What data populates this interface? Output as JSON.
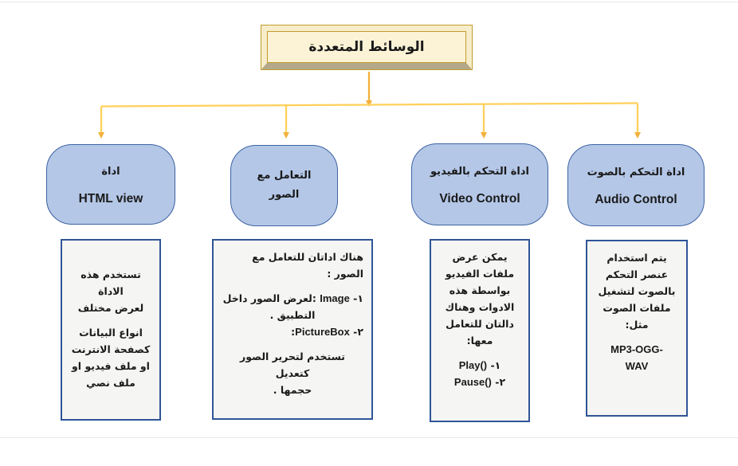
{
  "colors": {
    "connector": "#F2B13C",
    "connector_light": "#FFD05A",
    "node_fill": "#B4C7E7",
    "node_border": "#3D63A3",
    "detail_fill": "#F5F5F3",
    "detail_border": "#2F5597",
    "title_fill": "#FCF3D6",
    "title_bevel_light": "#F7EDCB",
    "title_bevel_dark": "#B3A98A",
    "title_line": "#C39B2A",
    "text": "#1A1A1A",
    "page_edge": "#E9E9E7"
  },
  "root": {
    "title": "الوسائط المتعددة"
  },
  "branches": [
    {
      "id": "html-view",
      "node": {
        "title_ar": "اداة",
        "title_en": "HTML view"
      },
      "detail_lines": [
        {
          "align": "center",
          "seg": [
            {
              "t": "تستخدم هذه الاداة"
            }
          ]
        },
        {
          "align": "center",
          "seg": [
            {
              "t": "لعرض مختلف"
            }
          ]
        },
        {
          "align": "center",
          "gap": true,
          "seg": [
            {
              "t": "انواع البيانات"
            }
          ]
        },
        {
          "align": "center",
          "seg": [
            {
              "t": "كصفحة الانترنت"
            }
          ]
        },
        {
          "align": "center",
          "seg": [
            {
              "t": "او ملف فيديو او"
            }
          ]
        },
        {
          "align": "center",
          "seg": [
            {
              "t": "ملف نصي"
            }
          ]
        }
      ]
    },
    {
      "id": "image-handling",
      "node": {
        "title_ar": "التعامل مع\nالصور",
        "title_en": ""
      },
      "detail_lines": [
        {
          "align": "right",
          "seg": [
            {
              "t": "هناك اداتان للتعامل مع الصور :"
            }
          ]
        },
        {
          "align": "right",
          "gap": true,
          "seg": [
            {
              "t": "١- "
            },
            {
              "t": "Image",
              "en": true
            },
            {
              "t": " :لعرض الصور داخل"
            }
          ]
        },
        {
          "align": "center",
          "seg": [
            {
              "t": "التطبيق ."
            }
          ]
        },
        {
          "align": "right",
          "seg": [
            {
              "t": "٢- "
            },
            {
              "t": "PictureBox",
              "en": true
            },
            {
              "t": ":"
            }
          ]
        },
        {
          "align": "center",
          "gap": true,
          "seg": [
            {
              "t": "تستخدم لتحرير الصور كتعديل"
            }
          ]
        },
        {
          "align": "center",
          "seg": [
            {
              "t": "حجمها ."
            }
          ]
        }
      ]
    },
    {
      "id": "video-control",
      "node": {
        "title_ar": "اداة التحكم بالفيديو",
        "title_en": "Video Control"
      },
      "detail_lines": [
        {
          "align": "center",
          "seg": [
            {
              "t": "يمكن عرض"
            }
          ]
        },
        {
          "align": "center",
          "seg": [
            {
              "t": "ملفات الفيديو"
            }
          ]
        },
        {
          "align": "center",
          "seg": [
            {
              "t": "بواسطة هذه"
            }
          ]
        },
        {
          "align": "center",
          "seg": [
            {
              "t": "الادوات وهناك"
            }
          ]
        },
        {
          "align": "center",
          "seg": [
            {
              "t": "دالتان للتعامل"
            }
          ]
        },
        {
          "align": "center",
          "seg": [
            {
              "t": "معها:"
            }
          ]
        },
        {
          "align": "center",
          "gap": true,
          "seg": [
            {
              "t": "١- "
            },
            {
              "t": "Play()",
              "en": true
            }
          ]
        },
        {
          "align": "center",
          "seg": [
            {
              "t": "٢- "
            },
            {
              "t": "Pause()",
              "en": true
            }
          ]
        }
      ]
    },
    {
      "id": "audio-control",
      "node": {
        "title_ar": "اداة التحكم بالصوت",
        "title_en": "Audio Control"
      },
      "detail_lines": [
        {
          "align": "center",
          "seg": [
            {
              "t": "يتم استخدام"
            }
          ]
        },
        {
          "align": "center",
          "seg": [
            {
              "t": "عنصر التحكم"
            }
          ]
        },
        {
          "align": "center",
          "seg": [
            {
              "t": "بالصوت لتشغيل"
            }
          ]
        },
        {
          "align": "center",
          "seg": [
            {
              "t": "ملفات الصوت"
            }
          ]
        },
        {
          "align": "center",
          "seg": [
            {
              "t": "مثل:"
            }
          ]
        },
        {
          "align": "center",
          "gap": true,
          "seg": [
            {
              "t": "MP3-OGG-",
              "en": true
            }
          ]
        },
        {
          "align": "center",
          "seg": [
            {
              "t": "WAV",
              "en": true
            }
          ]
        }
      ]
    }
  ]
}
